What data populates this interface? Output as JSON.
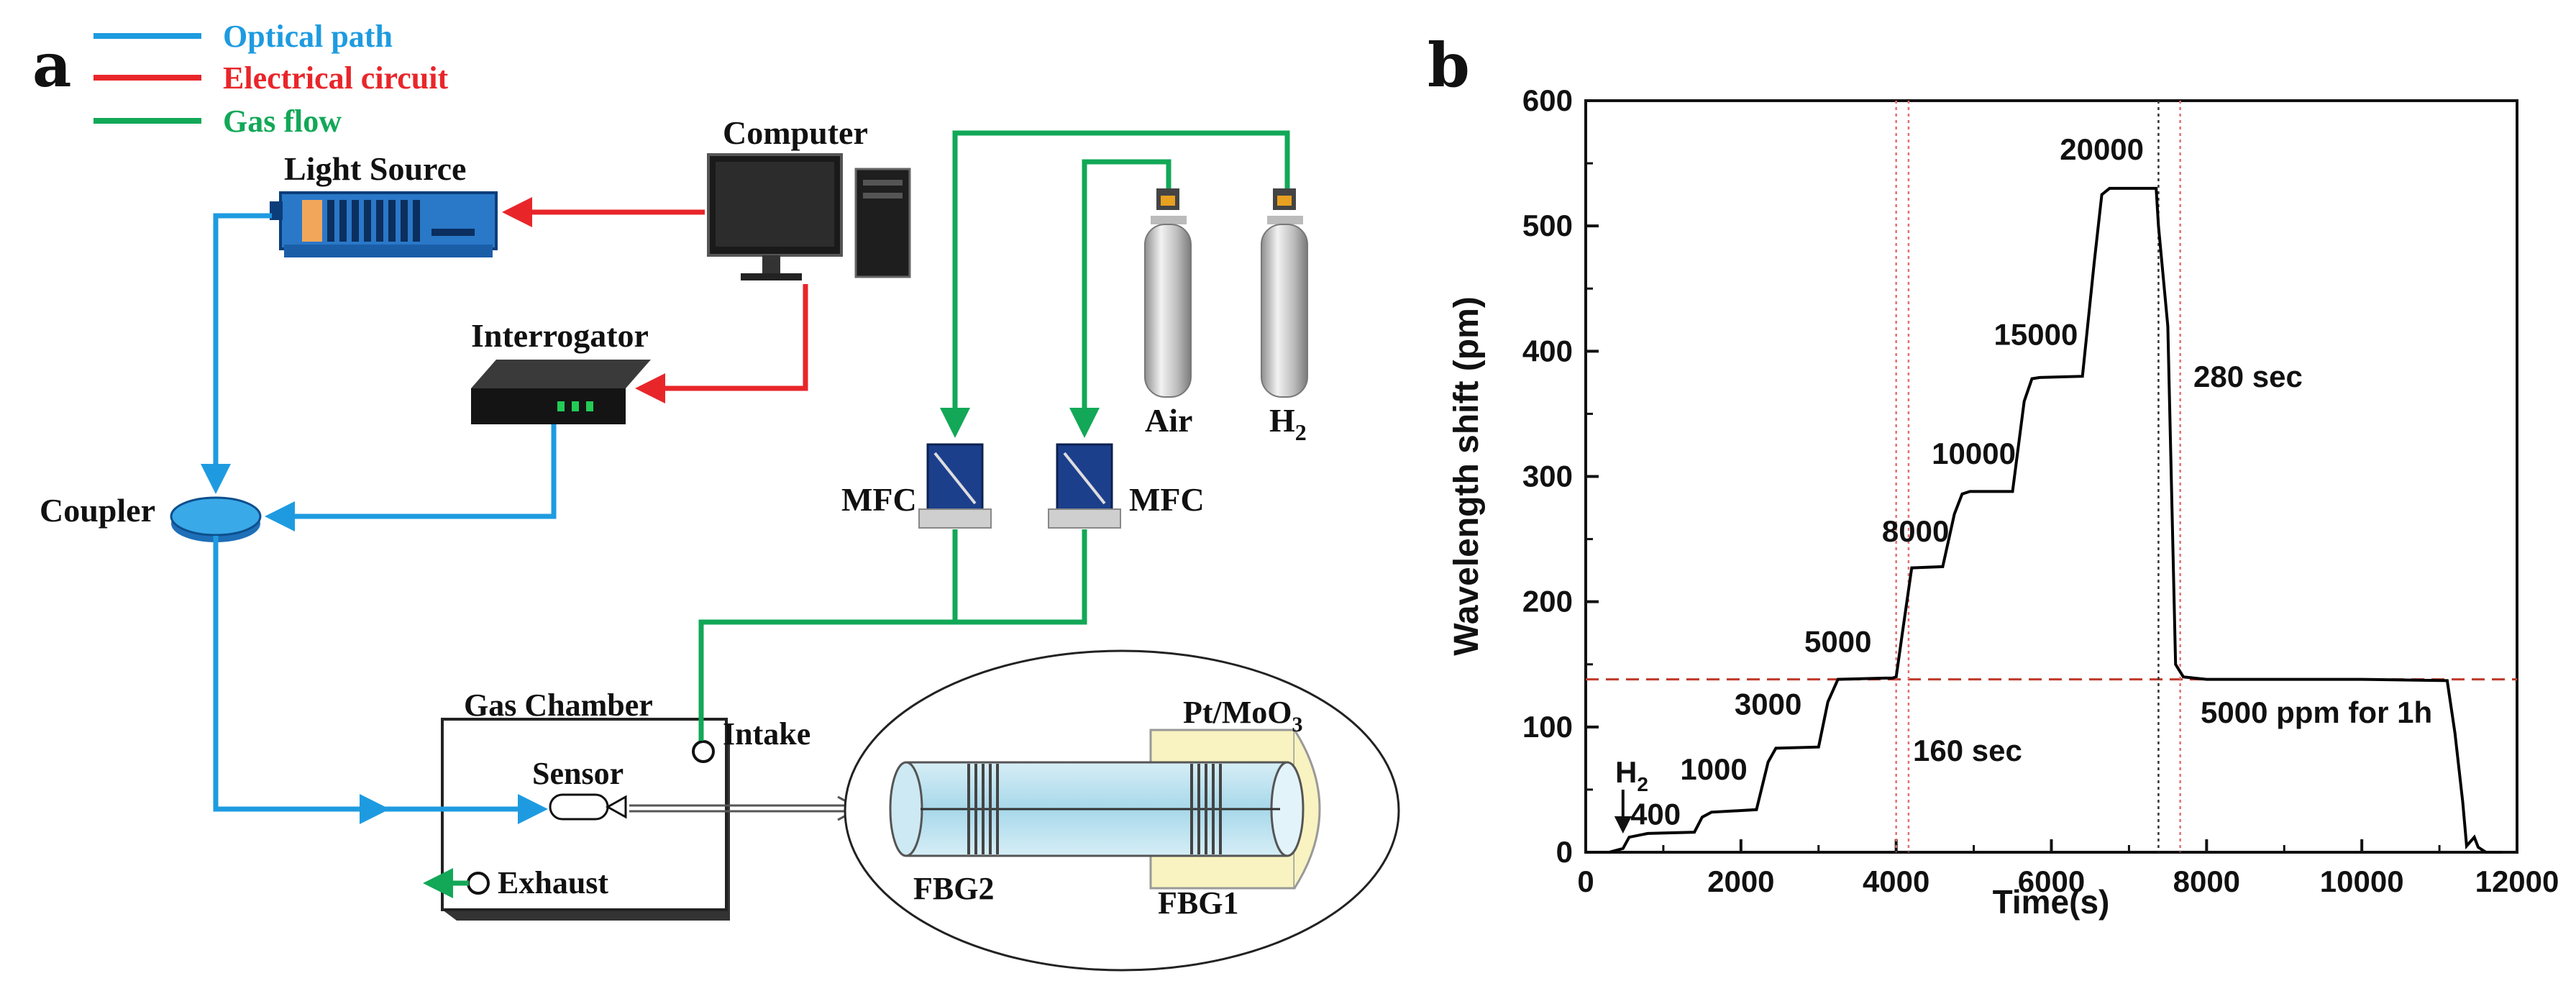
{
  "panel_a": {
    "label": "a",
    "legend": [
      {
        "text": "Optical path",
        "color": "#1e9be0"
      },
      {
        "text": "Electrical circuit",
        "color": "#e8262a"
      },
      {
        "text": "Gas flow",
        "color": "#12a857"
      }
    ],
    "components": {
      "light_source": "Light Source",
      "computer": "Computer",
      "interrogator": "Interrogator",
      "coupler": "Coupler",
      "mfc_left": "MFC",
      "mfc_right": "MFC",
      "air": "Air",
      "h2_main": "H",
      "h2_sub": "2",
      "gas_chamber": "Gas Chamber",
      "intake": "Intake",
      "sensor": "Sensor",
      "exhaust": "Exhaust",
      "coating_main": "Pt/MoO",
      "coating_sub": "3",
      "fbg2": "FBG2",
      "fbg1": "FBG1"
    }
  },
  "panel_b": {
    "label": "b",
    "annotations": {
      "h2_main": "H",
      "h2_sub": "2",
      "t160": "160 sec",
      "t280": "280 sec",
      "hold": "5000 ppm for 1h"
    }
  },
  "chart_data": {
    "type": "line",
    "xlabel": "Time(s)",
    "ylabel": "Wavelength shift (pm)",
    "xlim": [
      0,
      12000
    ],
    "ylim": [
      0,
      600
    ],
    "xticks": [
      "0",
      "2000",
      "4000",
      "6000",
      "8000",
      "10000",
      "12000"
    ],
    "yticks": [
      "0",
      "100",
      "200",
      "300",
      "400",
      "500",
      "600"
    ],
    "grid": false,
    "series": [
      {
        "color": "#000000",
        "x": [
          0,
          300,
          480,
          560,
          800,
          1400,
          1500,
          1620,
          2200,
          2350,
          2450,
          3000,
          3120,
          3250,
          3850,
          3950,
          4000,
          4080,
          4200,
          4600,
          4750,
          4850,
          4950,
          5500,
          5650,
          5750,
          5850,
          6400,
          6550,
          6650,
          6750,
          7350,
          7380,
          7500,
          7600,
          7700,
          8000,
          9000,
          10000,
          11100,
          11200,
          11300,
          11350,
          11450,
          11500,
          11600,
          11800
        ],
        "y": [
          0,
          0,
          3,
          12,
          15,
          16,
          28,
          32,
          34,
          72,
          83,
          84,
          120,
          138,
          139,
          139,
          140,
          175,
          227,
          228,
          270,
          286,
          288,
          288,
          360,
          378,
          379,
          380,
          470,
          525,
          530,
          530,
          500,
          420,
          150,
          140,
          138,
          138,
          138,
          137,
          95,
          40,
          5,
          12,
          4,
          0,
          0
        ]
      }
    ],
    "data_labels": [
      {
        "text": "400",
        "x": 900,
        "y": 22
      },
      {
        "text": "1000",
        "x": 1650,
        "y": 58
      },
      {
        "text": "3000",
        "x": 2350,
        "y": 110
      },
      {
        "text": "5000",
        "x": 3250,
        "y": 160
      },
      {
        "text": "8000",
        "x": 4250,
        "y": 248
      },
      {
        "text": "10000",
        "x": 5000,
        "y": 310
      },
      {
        "text": "15000",
        "x": 5800,
        "y": 405
      },
      {
        "text": "20000",
        "x": 6650,
        "y": 553
      }
    ],
    "reference_lines": {
      "horizontal_y": 138,
      "vertical_x": [
        4000,
        4160,
        7380,
        7660
      ]
    }
  }
}
